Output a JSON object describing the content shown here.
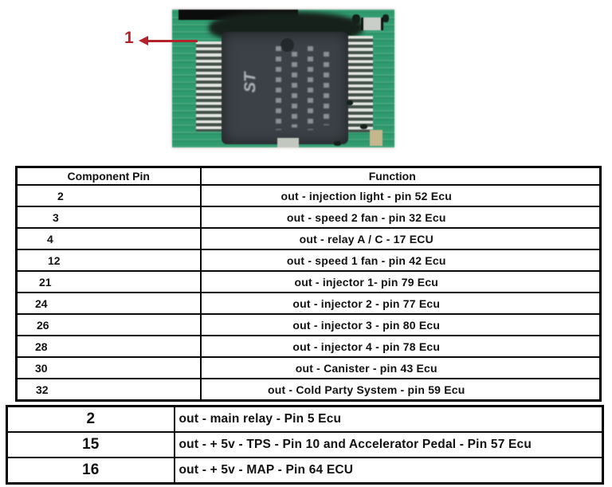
{
  "colors": {
    "accent_red": "#b5232a",
    "pcb_green": "#2f9b6e",
    "chip_gray": "#3b4147",
    "pin_silver": "#e2e5df",
    "table_border": "#000000"
  },
  "photo": {
    "pin_callout_label": "1",
    "chip_logo": "ST"
  },
  "tables": {
    "main": {
      "headers": [
        "Component Pin",
        "Function"
      ],
      "rows": [
        {
          "pin": "2",
          "function": "out - injection light - pin 52 Ecu"
        },
        {
          "pin": "3",
          "function": "out - speed 2 fan - pin 32 Ecu"
        },
        {
          "pin": "4",
          "function": "out - relay A / C - 17 ECU"
        },
        {
          "pin": "12",
          "function": "out - speed 1 fan - pin 42 Ecu"
        },
        {
          "pin": "21",
          "function": "out - injector 1- pin 79 Ecu"
        },
        {
          "pin": "24",
          "function": "out - injector 2 - pin 77 Ecu"
        },
        {
          "pin": "26",
          "function": "out - injector 3 - pin 80 Ecu"
        },
        {
          "pin": "28",
          "function": "out - injector 4 - pin 78 Ecu"
        },
        {
          "pin": "30",
          "function": "out - Canister - pin 43 Ecu"
        },
        {
          "pin": "32",
          "function": "out - Cold Party System - pin 59 Ecu"
        }
      ]
    },
    "supplemental": {
      "rows": [
        {
          "pin": "2",
          "function": "out - main relay - Pin 5 Ecu"
        },
        {
          "pin": "15",
          "function": "out - + 5v - TPS - Pin 10 and Accelerator Pedal - Pin 57 Ecu"
        },
        {
          "pin": "16",
          "function": "out - + 5v - MAP - Pin 64 ECU"
        }
      ]
    }
  }
}
